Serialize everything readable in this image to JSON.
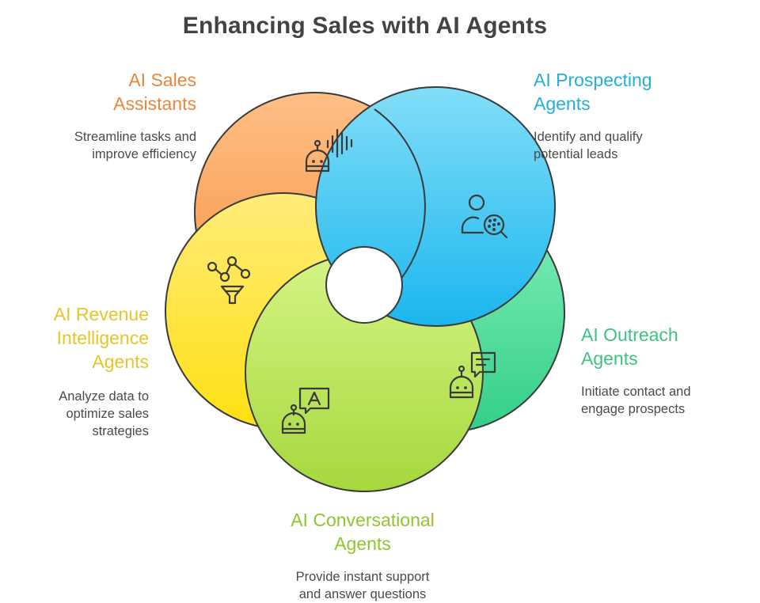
{
  "title": "Enhancing Sales with AI Agents",
  "colors": {
    "sales": "#e8873a",
    "prospecting": "#22afd8",
    "outreach": "#3fc27f",
    "revenue": "#e5c62a",
    "conversational": "#93c32d",
    "outline": "#3a3a3a"
  },
  "segments": [
    {
      "id": "sales",
      "title": "AI Sales Assistants",
      "title_lines": [
        "AI Sales",
        "Assistants"
      ],
      "desc_lines": [
        "Streamline tasks and",
        "improve efficiency"
      ],
      "icon": "robot-soundwave-icon"
    },
    {
      "id": "prospecting",
      "title": "AI Prospecting Agents",
      "title_lines": [
        "AI Prospecting",
        "Agents"
      ],
      "desc_lines": [
        "Identify and qualify",
        "potential leads"
      ],
      "icon": "user-search-icon"
    },
    {
      "id": "outreach",
      "title": "AI Outreach Agents",
      "title_lines": [
        "AI Outreach",
        "Agents"
      ],
      "desc_lines": [
        "Initiate contact and",
        "engage prospects"
      ],
      "icon": "robot-chat-icon"
    },
    {
      "id": "conversational",
      "title": "AI Conversational Agents",
      "title_lines": [
        "AI Conversational",
        "Agents"
      ],
      "desc_lines": [
        "Provide instant support",
        "and answer questions"
      ],
      "icon": "robot-speech-a-icon"
    },
    {
      "id": "revenue",
      "title": "AI Revenue Intelligence Agents",
      "title_lines": [
        "AI Revenue",
        "Intelligence",
        "Agents"
      ],
      "desc_lines": [
        "Analyze data to",
        "optimize sales",
        "strategies"
      ],
      "icon": "funnel-network-icon"
    }
  ]
}
